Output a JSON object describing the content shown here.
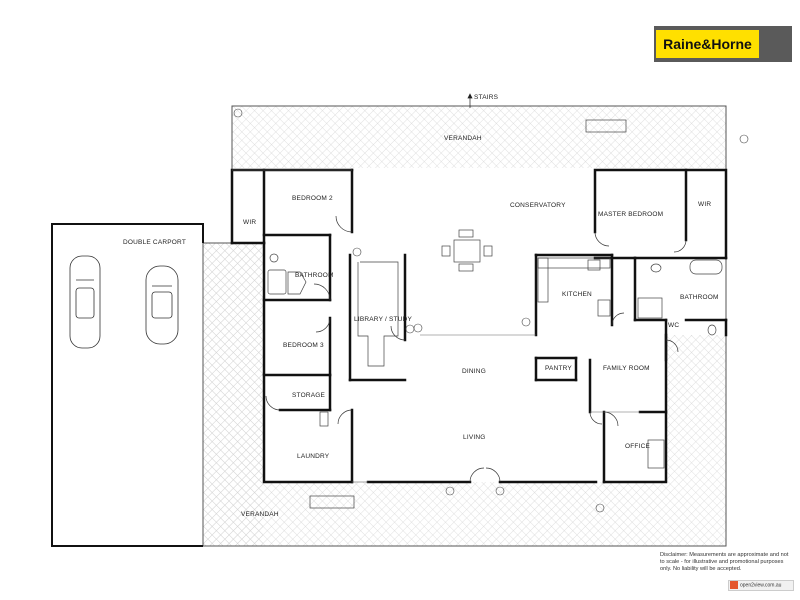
{
  "brand": {
    "logo_text": "Raine&Horne",
    "badge_text": "open2view.com.au"
  },
  "disclaimer": "Disclaimer: Measurements are approximate and not to scale - for illustrative and promotional purposes only. No liability will be accepted.",
  "labels": {
    "stairs": "STAIRS",
    "verandah_top": "VERANDAH",
    "verandah_bottom": "VERANDAH",
    "double_carport": "DOUBLE CARPORT",
    "bedroom2": "BEDROOM 2",
    "wir_left": "WIR",
    "bathroom_left": "BATHROOM",
    "bedroom3": "BEDROOM 3",
    "storage": "STORAGE",
    "laundry": "LAUNDRY",
    "library": "LIBRARY / STUDY",
    "conservatory": "CONSERVATORY",
    "dining": "DINING",
    "living": "LIVING",
    "kitchen": "KITCHEN",
    "pantry": "PANTRY",
    "family_room": "FAMILY ROOM",
    "office": "OFFICE",
    "master_bedroom": "MASTER BEDROOM",
    "wir_right": "WIR",
    "bathroom_right": "BATHROOM",
    "wc": "WC"
  },
  "colors": {
    "wall": "#111111",
    "hatch": "#cfcfcf",
    "brand_yellow": "#ffe000",
    "brand_grey": "#5a5a5a"
  }
}
